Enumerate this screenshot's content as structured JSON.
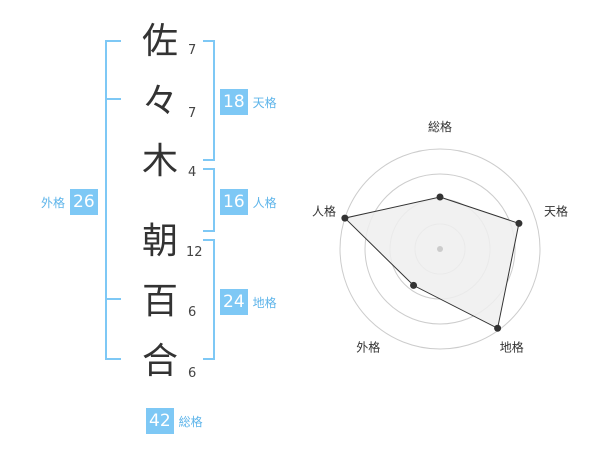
{
  "name": {
    "chars": [
      "佐",
      "々",
      "木",
      "朝",
      "百",
      "合"
    ],
    "strokes": [
      "7",
      "7",
      "4",
      "12",
      "6",
      "6"
    ]
  },
  "kaku": {
    "tenkaku": {
      "value": "18",
      "label": "天格"
    },
    "jinkaku": {
      "value": "16",
      "label": "人格"
    },
    "chikaku": {
      "value": "24",
      "label": "地格"
    },
    "gaikaku": {
      "value": "26",
      "label": "外格"
    },
    "soukaku": {
      "value": "42",
      "label": "総格"
    }
  },
  "radar": {
    "axes": [
      "総格",
      "天格",
      "地格",
      "外格",
      "人格"
    ],
    "values": [
      0.52,
      0.83,
      0.98,
      0.45,
      1.0
    ],
    "ring_count": 4,
    "colors": {
      "fill": "#eeeeee",
      "line": "#333333",
      "rings": "#cccccc",
      "point": "#333333",
      "center": "#cccccc"
    }
  }
}
